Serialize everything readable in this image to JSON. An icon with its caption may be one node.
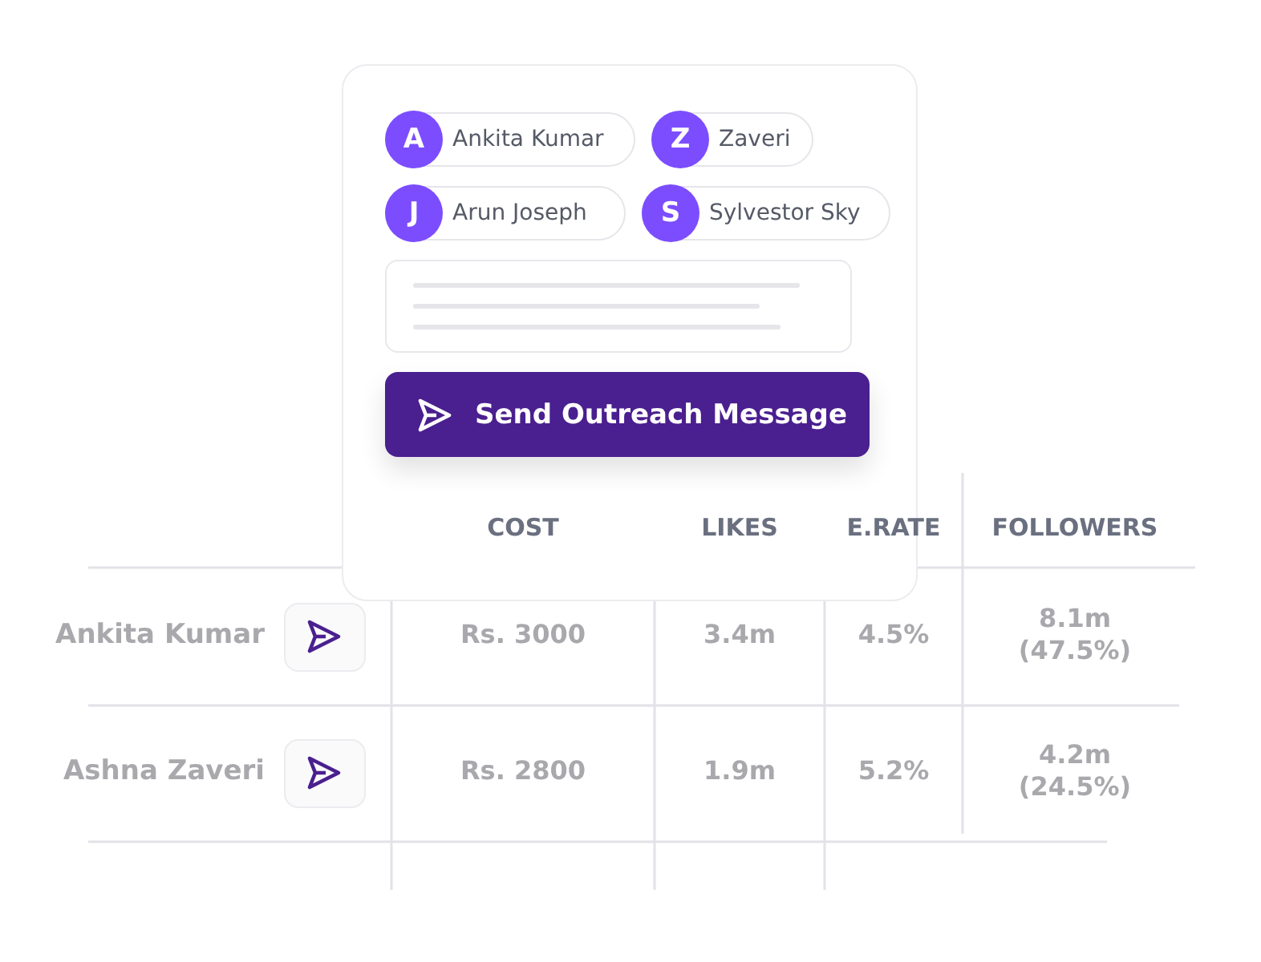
{
  "diagram": {
    "labels": [
      "A",
      "Ankita Kumar",
      "Z",
      "Zaveri",
      "J",
      "Arun Joseph",
      "S",
      "Sylvestor Sky",
      "Send Outreach Message",
      "COST",
      "LIKES",
      "E.RATE",
      "FOLLOWERS",
      "Ankita Kumar",
      "Rs. 3000",
      "3.4m",
      "4.5%",
      "8.1m (47.5%)",
      "Ashna Zaveri",
      "Rs. 2800",
      "1.9m",
      "5.2%",
      "4.2m (24.5%)"
    ]
  }
}
